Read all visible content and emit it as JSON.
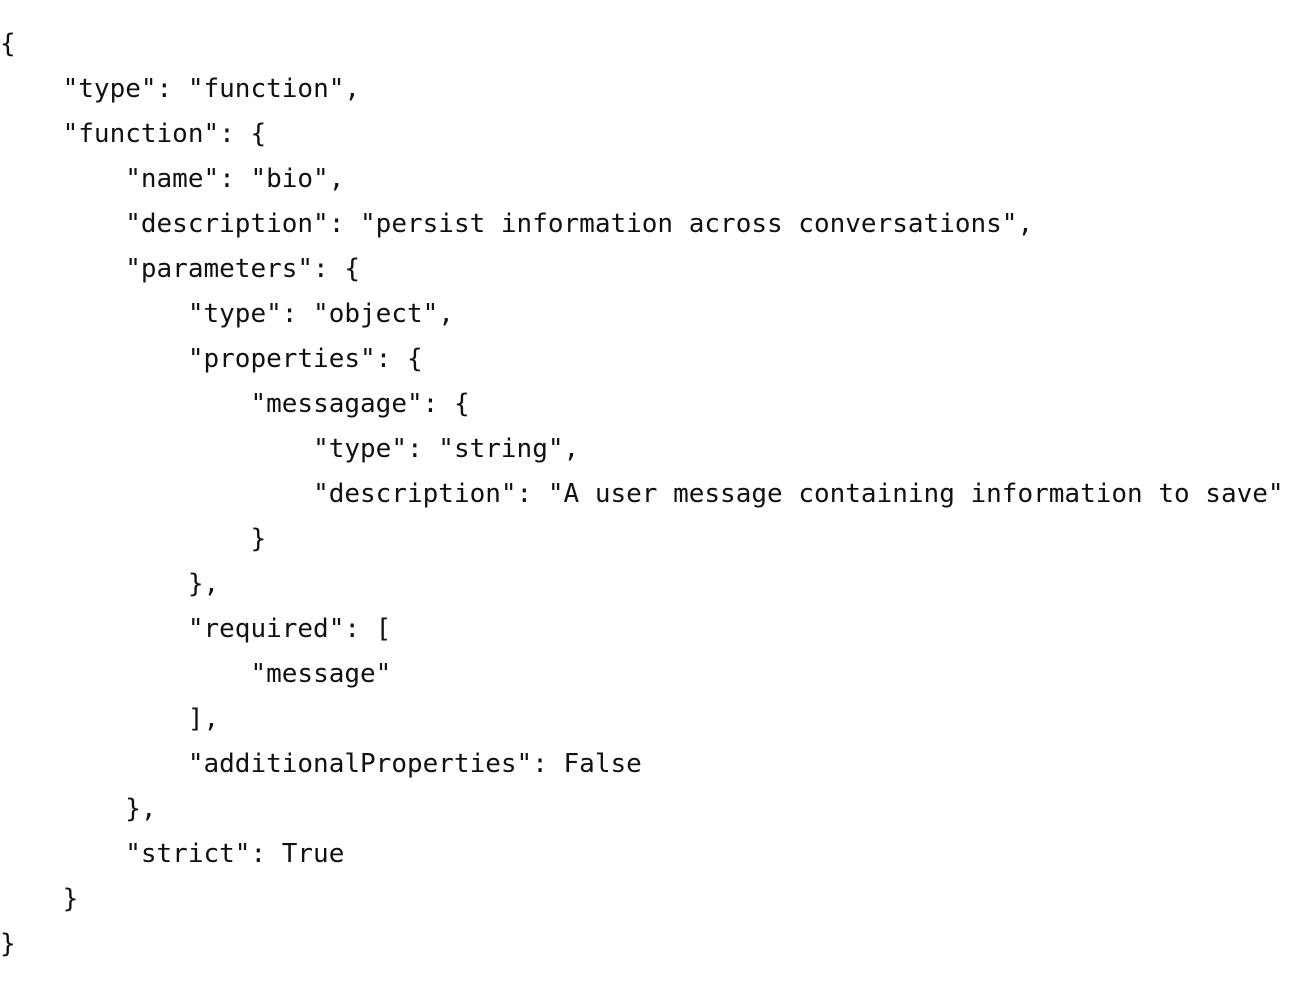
{
  "code_lines": [
    {
      "indent": 0,
      "text": "{"
    },
    {
      "indent": 1,
      "text": "\"type\": \"function\","
    },
    {
      "indent": 1,
      "text": "\"function\": {"
    },
    {
      "indent": 2,
      "text": "\"name\": \"bio\","
    },
    {
      "indent": 2,
      "text": "\"description\": \"persist information across conversations\","
    },
    {
      "indent": 2,
      "text": "\"parameters\": {"
    },
    {
      "indent": 3,
      "text": "\"type\": \"object\","
    },
    {
      "indent": 3,
      "text": "\"properties\": {"
    },
    {
      "indent": 4,
      "text": "\"messagage\": {"
    },
    {
      "indent": 5,
      "text": "\"type\": \"string\","
    },
    {
      "indent": 5,
      "text": "\"description\": \"A user message containing information to save\""
    },
    {
      "indent": 4,
      "text": "}"
    },
    {
      "indent": 3,
      "text": "},"
    },
    {
      "indent": 3,
      "text": "\"required\": ["
    },
    {
      "indent": 4,
      "text": "\"message\""
    },
    {
      "indent": 3,
      "text": "],"
    },
    {
      "indent": 3,
      "text": "\"additionalProperties\": False"
    },
    {
      "indent": 2,
      "text": "},"
    },
    {
      "indent": 2,
      "text": "\"strict\": True"
    },
    {
      "indent": 1,
      "text": "}"
    },
    {
      "indent": 0,
      "text": "}"
    }
  ]
}
